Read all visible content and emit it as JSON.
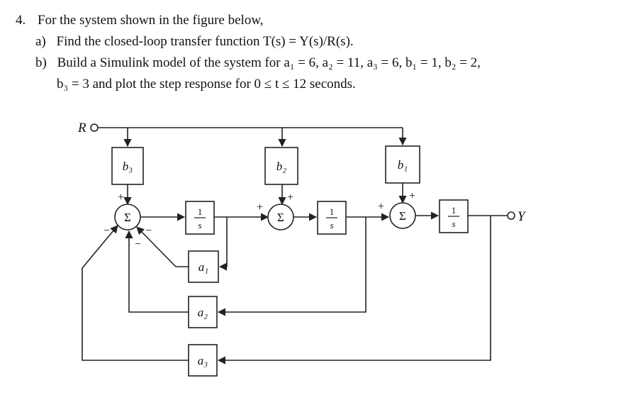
{
  "problem": {
    "number": "4.",
    "intro": "For the system shown in the figure below,",
    "part_a_label": "a)",
    "part_a_text": "Find the closed-loop transfer function T(s) = Y(s)/R(s).",
    "part_b_label": "b)",
    "part_b_text": "Build a Simulink model of the system for a₁ = 6, a₂ = 11, a₃ = 6, b₁ = 1, b₂ = 2,",
    "part_b_text_cont": "b₃ = 3 and plot the step response for 0 ≤ t ≤ 12 seconds."
  },
  "diagram": {
    "input_label": "R",
    "output_label": "Y",
    "sum_symbol": "Σ",
    "integrator_num": "1",
    "integrator_den": "s",
    "blocks": {
      "b3": "b₃",
      "b2": "b₂",
      "b1": "b₁",
      "a1": "a₁",
      "a2": "a₂",
      "a3": "a₃"
    },
    "signs": {
      "s1_top": "+",
      "s1_left": "−",
      "s1_right": "−",
      "s1_bottom": "−",
      "s2_top": "+",
      "s2_left": "+",
      "s3_top": "+",
      "s3_left": "+"
    }
  }
}
